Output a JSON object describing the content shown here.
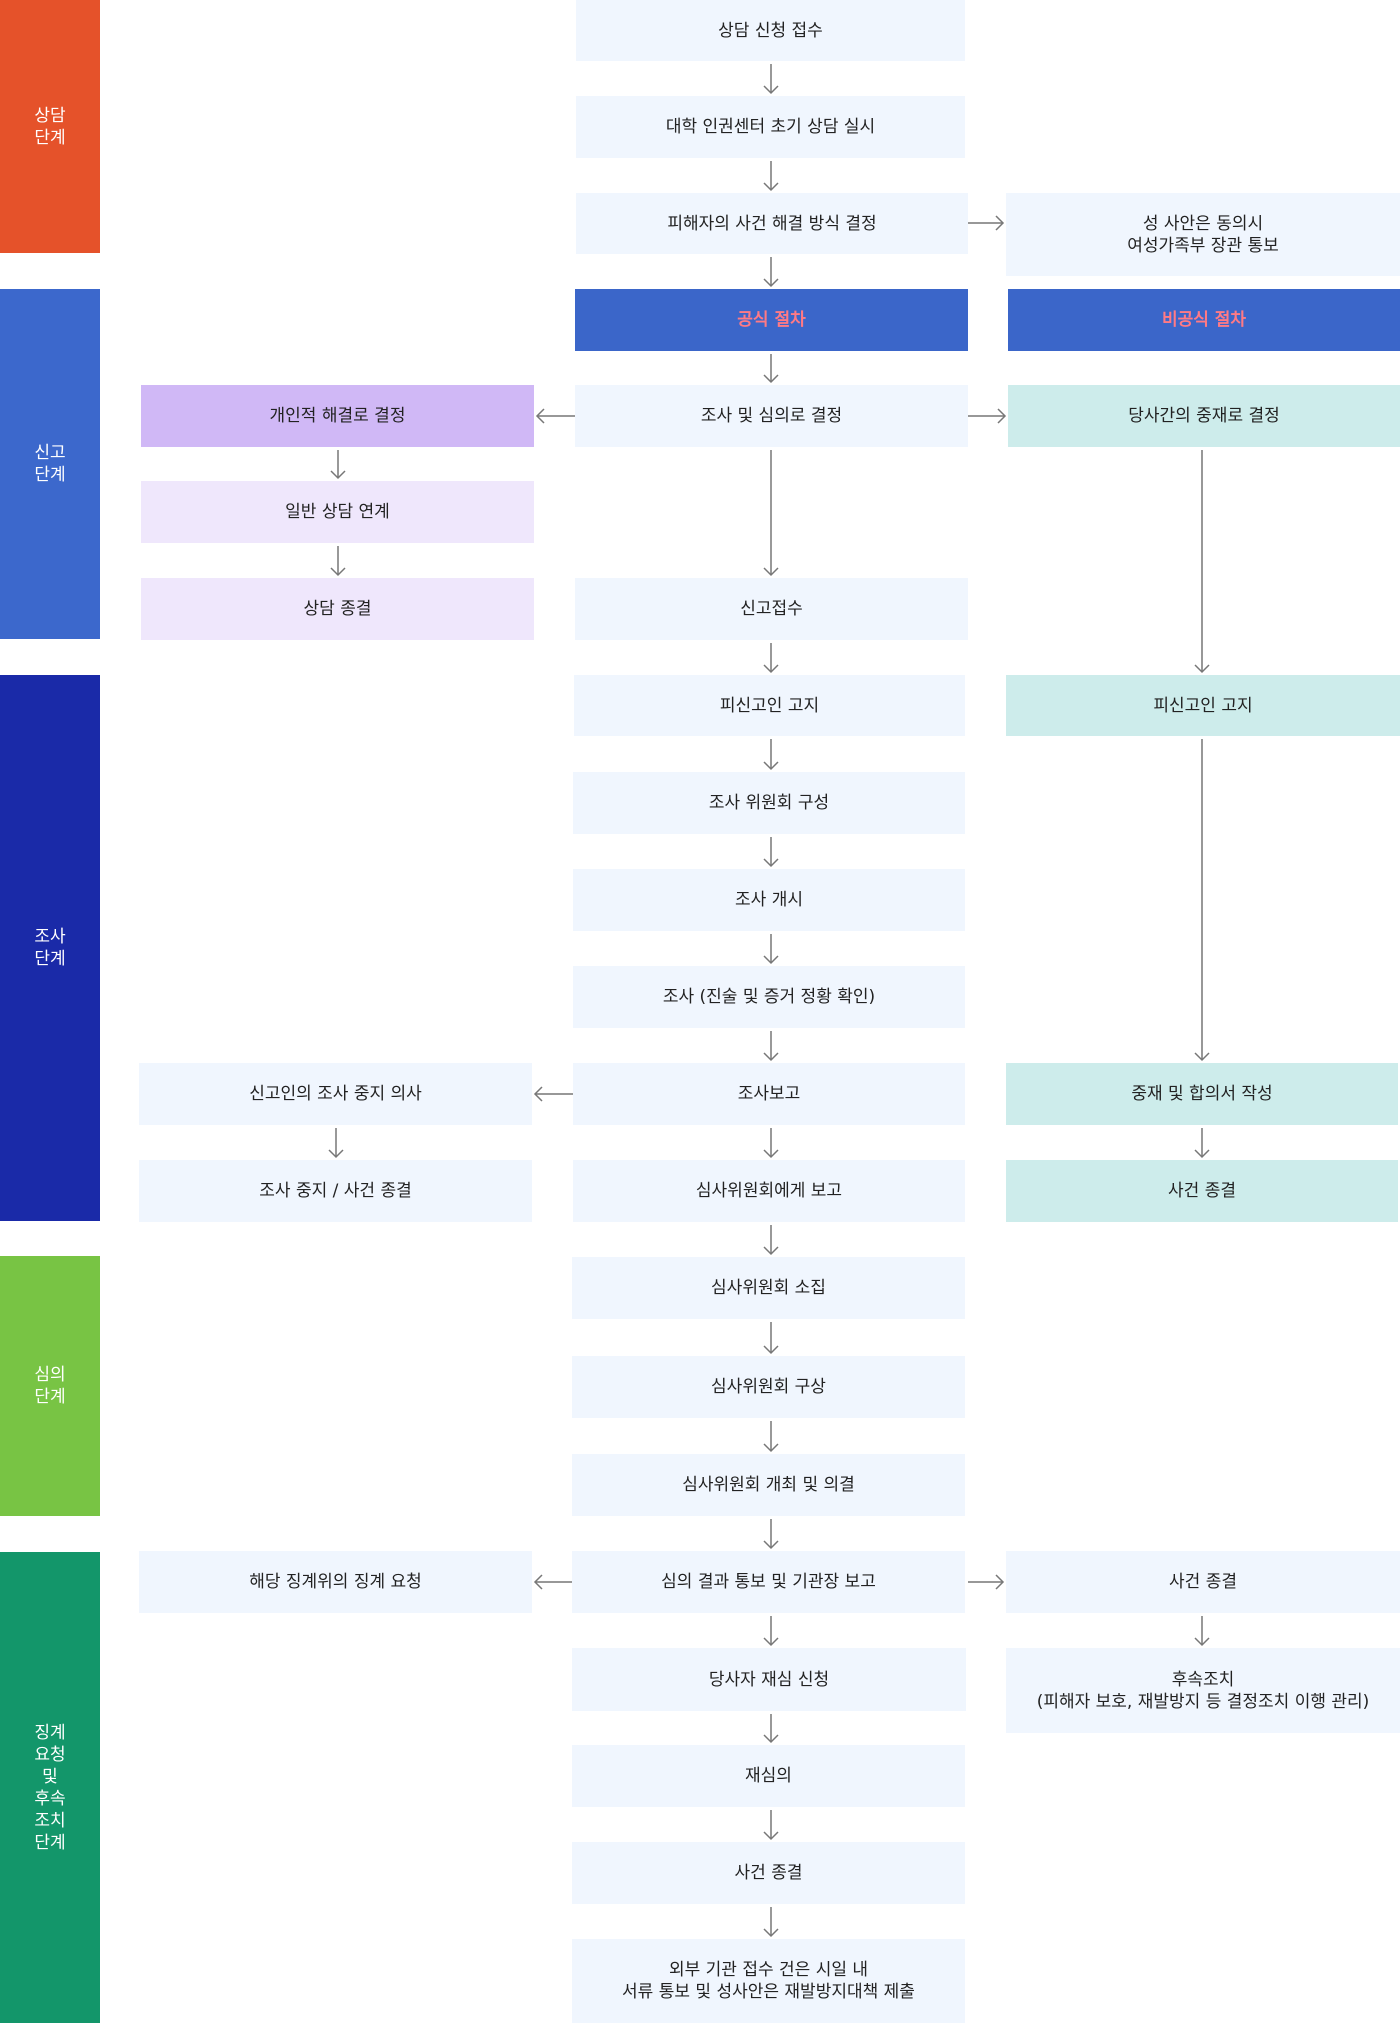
{
  "stages": [
    {
      "id": "s1",
      "label": "상담\n단계",
      "color": "#e5522a"
    },
    {
      "id": "s2",
      "label": "신고\n단계",
      "color": "#3c68cc"
    },
    {
      "id": "s3",
      "label": "조사\n단계",
      "color": "#1a2aa8"
    },
    {
      "id": "s4",
      "label": "심의\n단계",
      "color": "#78c444"
    },
    {
      "id": "s5",
      "label": "징계\n요청\n및\n후속\n조치\n단계",
      "color": "#13966a"
    }
  ],
  "nodes": {
    "n1": "상담 신청 접수",
    "n2": "대학 인권센터 초기 상담 실시",
    "n3": "피해자의 사건 해결 방식 결정",
    "n3r": "성  사안은 동의시\n여성가족부 장관 통보",
    "formal": "공식 절차",
    "informal": "비공식 절차",
    "personal": "개인적 해결로 결정",
    "investigate": "조사 및 심의로 결정",
    "mediate": "당사간의 중재로 결정",
    "counsel_link": "일반 상담 연계",
    "counsel_end": "상담 종결",
    "report_recv": "신고접수",
    "notify_c": "피신고인 고지",
    "notify_r": "피신고인 고지",
    "committee": "조사 위원회 구성",
    "start": "조사 개시",
    "inquiry": "조사 (진술 및 증거 정황 확인)",
    "stop_intent": "신고인의 조사 중지 의사",
    "inv_report": "조사보고",
    "mediation_doc": "중재 및 합의서 작성",
    "stop_end": "조사 중지 / 사건 종결",
    "to_review": "심사위원회에게 보고",
    "case_end_r": "사건 종결",
    "convene": "심사위원회 소집",
    "compose": "심사위원회 구상",
    "hold": "심사위원회 개최 및 의결",
    "discipline": "해당 징계위의 징계 요청",
    "result_report": "심의 결과 통보 및 기관장 보고",
    "case_end_r2": "사건 종결",
    "reappeal": "당사자 재심 신청",
    "followup": "후속조치\n(피해자 보호, 재발방지 등 결정조치 이행 관리)",
    "rereview": "재심의",
    "case_end_c": "사건 종결",
    "external": "외부 기관 접수 건은 시일 내\n서류 통보 및 성사안은 재발방지대책 제출"
  },
  "colors": {
    "box_default": "#f0f6fe",
    "box_blue": "#3b66c9",
    "box_blue_text": "#ff7a85",
    "box_purple": "#d0b8f6",
    "box_light_purple": "#efe7fc",
    "box_teal": "#cdeceb",
    "arrow": "#777777"
  }
}
